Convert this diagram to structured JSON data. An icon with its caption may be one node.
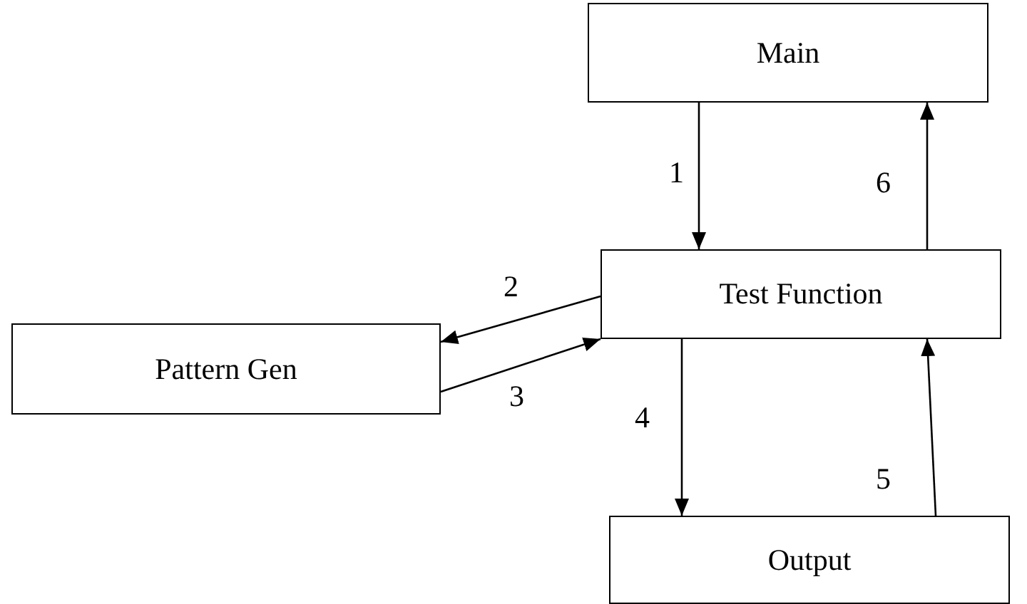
{
  "diagram": {
    "nodes": [
      {
        "text": [
          "Main"
        ]
      },
      {
        "text": [
          "Test Function"
        ]
      },
      {
        "text": [
          "Pattern Gen"
        ]
      },
      {
        "text": [
          "Output"
        ]
      }
    ],
    "edges": [
      {
        "from": 0,
        "to": 1,
        "arrow": "to",
        "label": "1"
      },
      {
        "from": 1,
        "to": 2,
        "arrow": "to",
        "label": "2"
      },
      {
        "from": 2,
        "to": 1,
        "arrow": "to",
        "label": "3"
      },
      {
        "from": 1,
        "to": 3,
        "arrow": "to",
        "label": "4"
      },
      {
        "from": 3,
        "to": 1,
        "arrow": "to",
        "label": "5"
      },
      {
        "from": 1,
        "to": 0,
        "arrow": "to",
        "label": "6"
      }
    ]
  }
}
